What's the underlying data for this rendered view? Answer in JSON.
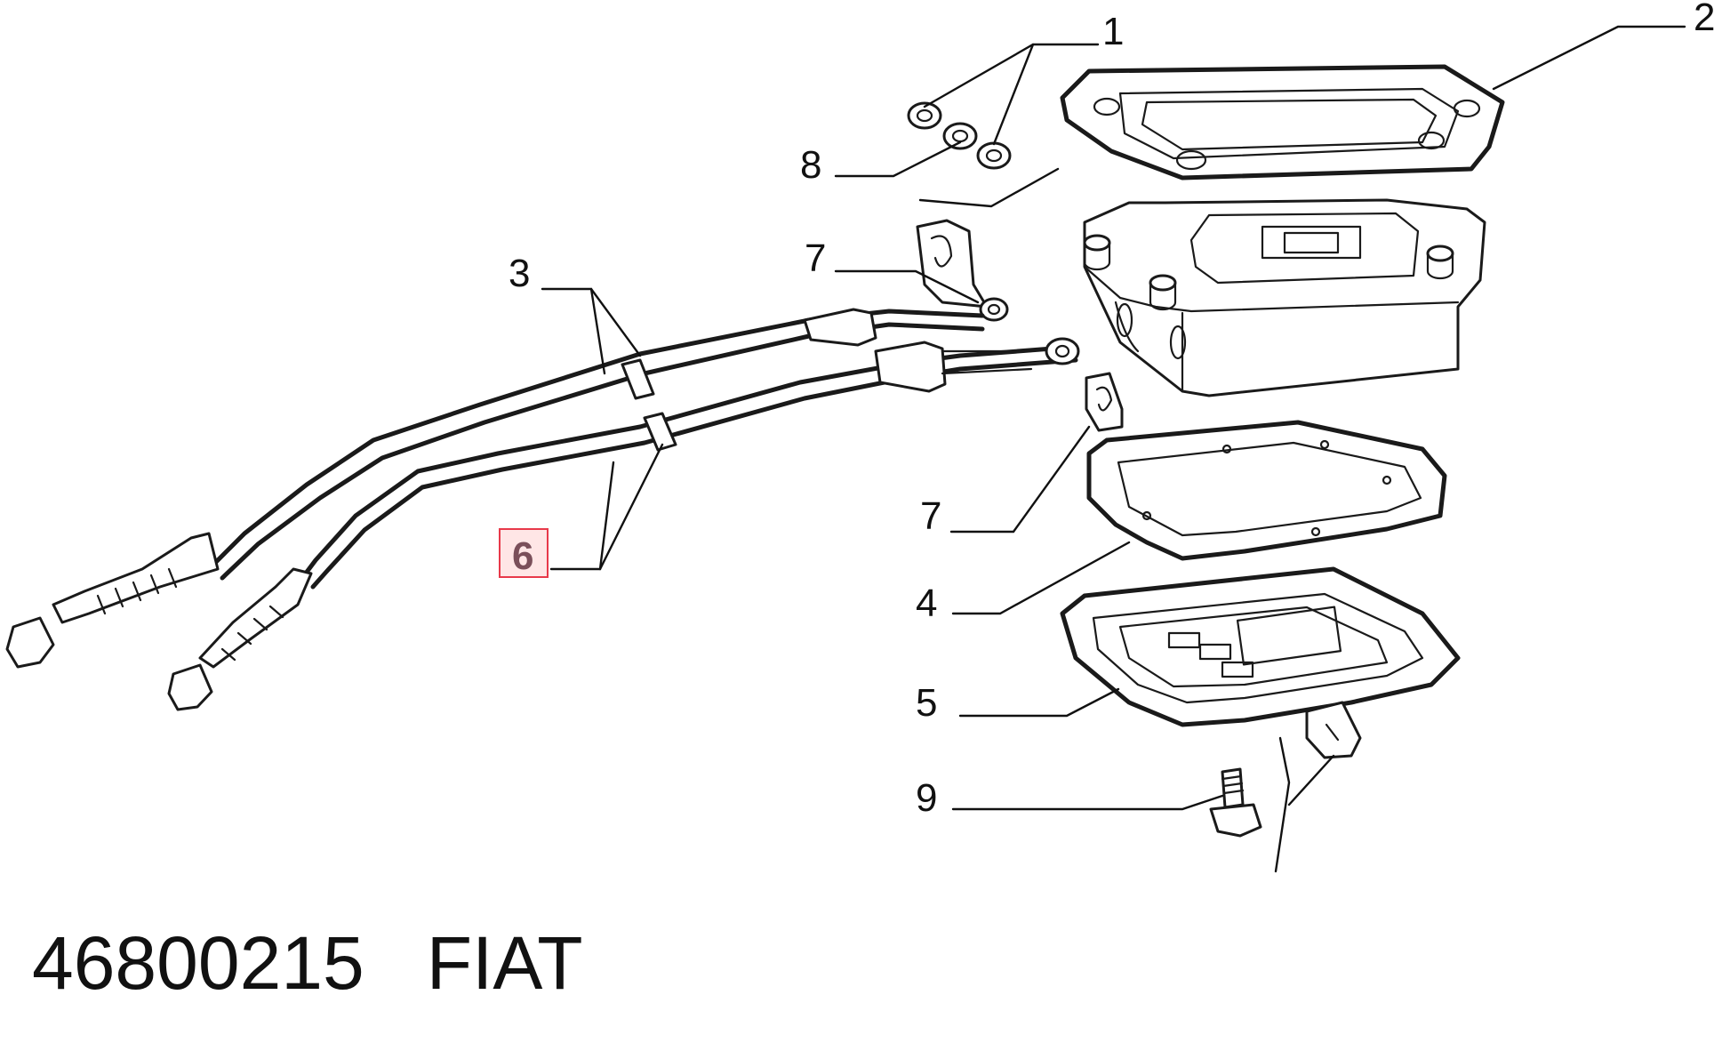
{
  "diagram": {
    "callouts": {
      "c1": "1",
      "c2": "2",
      "c3": "3",
      "c4": "4",
      "c5": "5",
      "c6": "6",
      "c7a": "7",
      "c7b": "7",
      "c8": "8",
      "c9": "9"
    },
    "highlighted_callout": "6"
  },
  "footer": {
    "part_number": "46800215",
    "brand": "FIAT"
  }
}
